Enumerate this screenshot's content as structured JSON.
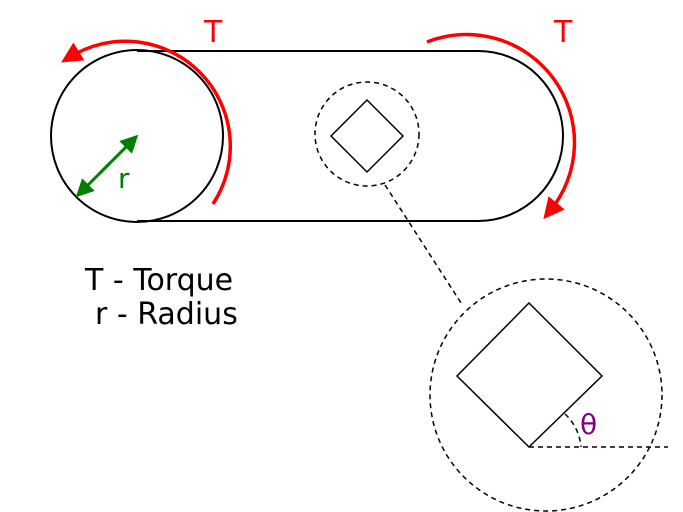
{
  "labels": {
    "torque_symbol_left": "T",
    "torque_symbol_right": "T",
    "radius_symbol": "r",
    "angle_symbol": "θ",
    "legend_torque": "T - Torque",
    "legend_radius": "r - Radius"
  },
  "colors": {
    "torque": "#ff0000",
    "radius": "#008000",
    "angle": "#800080",
    "outline": "#000000"
  }
}
